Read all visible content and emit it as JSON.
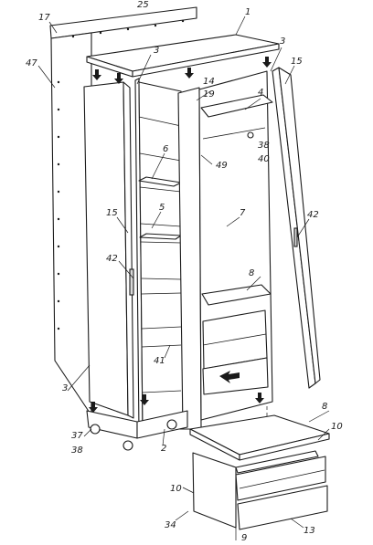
{
  "labels": {
    "l1": "1",
    "l2": "2",
    "l3a": "3",
    "l3b": "3",
    "l3c": "3",
    "l4": "4",
    "l5": "5",
    "l6": "6",
    "l7": "7",
    "l8a": "8",
    "l8b": "8",
    "l9": "9",
    "l10a": "10",
    "l10b": "10",
    "l13": "13",
    "l14": "14",
    "l15a": "15",
    "l15b": "15",
    "l17": "17",
    "l19": "19",
    "l34": "34",
    "l37": "37",
    "l38a": "38",
    "l38b": "38",
    "l40": "40",
    "l41": "41",
    "l42a": "42",
    "l42b": "42",
    "l47": "47",
    "l49": "49",
    "l25": "25"
  }
}
